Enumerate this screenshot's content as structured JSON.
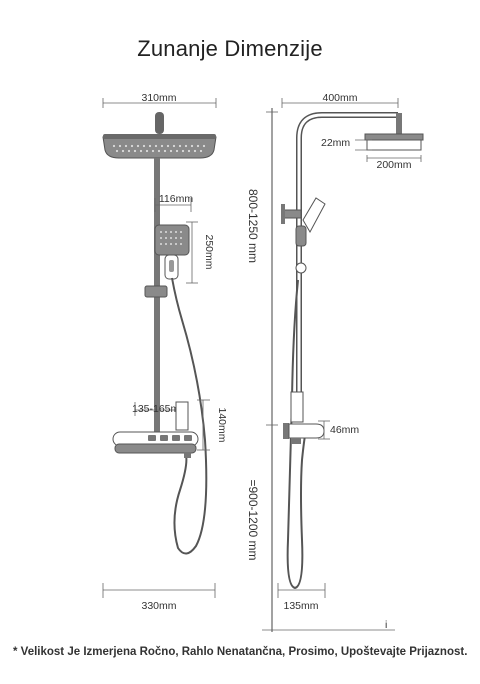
{
  "title": "Zunanje Dimenzije",
  "dimensions": {
    "head_width_front": "310mm",
    "arm_length_side": "400mm",
    "head_thickness": "22mm",
    "head_width_side": "200mm",
    "handheld_width": "116mm",
    "handheld_height": "250mm",
    "total_height_upper": "800-1250 mm",
    "adjustable_spacing": "135-165mm",
    "shelf_height": "140mm",
    "shelf_thickness": "46mm",
    "total_height_lower": "=900-1200 mm",
    "shelf_width_front": "330mm",
    "shelf_depth_side": "135mm",
    "corner_mark": "i"
  },
  "footnote": "* Velikost Je Izmerjena Ročno, Rahlo Nenatančna, Prosimo, Upoštevajte Prijaznost.",
  "colors": {
    "line": "#555555",
    "text": "#333333",
    "background": "#ffffff"
  }
}
